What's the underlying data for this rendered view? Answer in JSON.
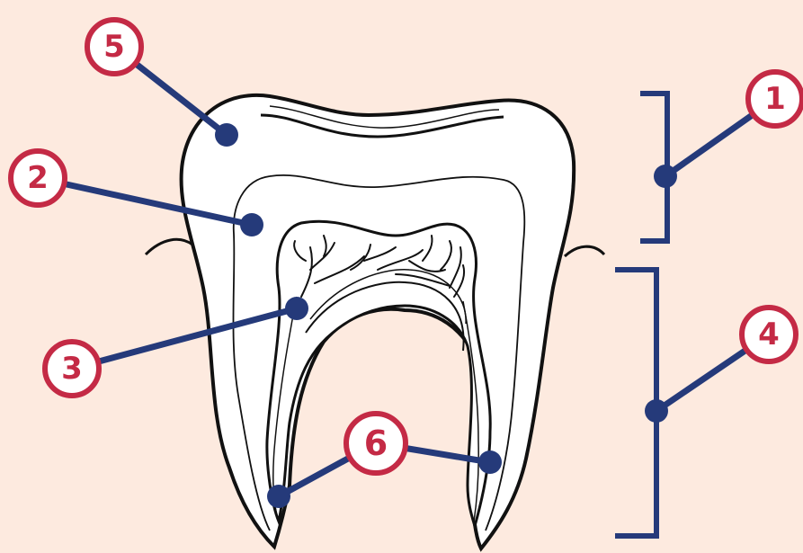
{
  "colors": {
    "background": "#fdeadf",
    "line": "#253a7a",
    "badge": "#c42a45",
    "tooth_outline": "#111111",
    "tooth_fill": "#ffffff"
  },
  "labels": [
    {
      "id": "1",
      "text": "1"
    },
    {
      "id": "2",
      "text": "2"
    },
    {
      "id": "3",
      "text": "3"
    },
    {
      "id": "4",
      "text": "4"
    },
    {
      "id": "5",
      "text": "5"
    },
    {
      "id": "6",
      "text": "6"
    }
  ]
}
